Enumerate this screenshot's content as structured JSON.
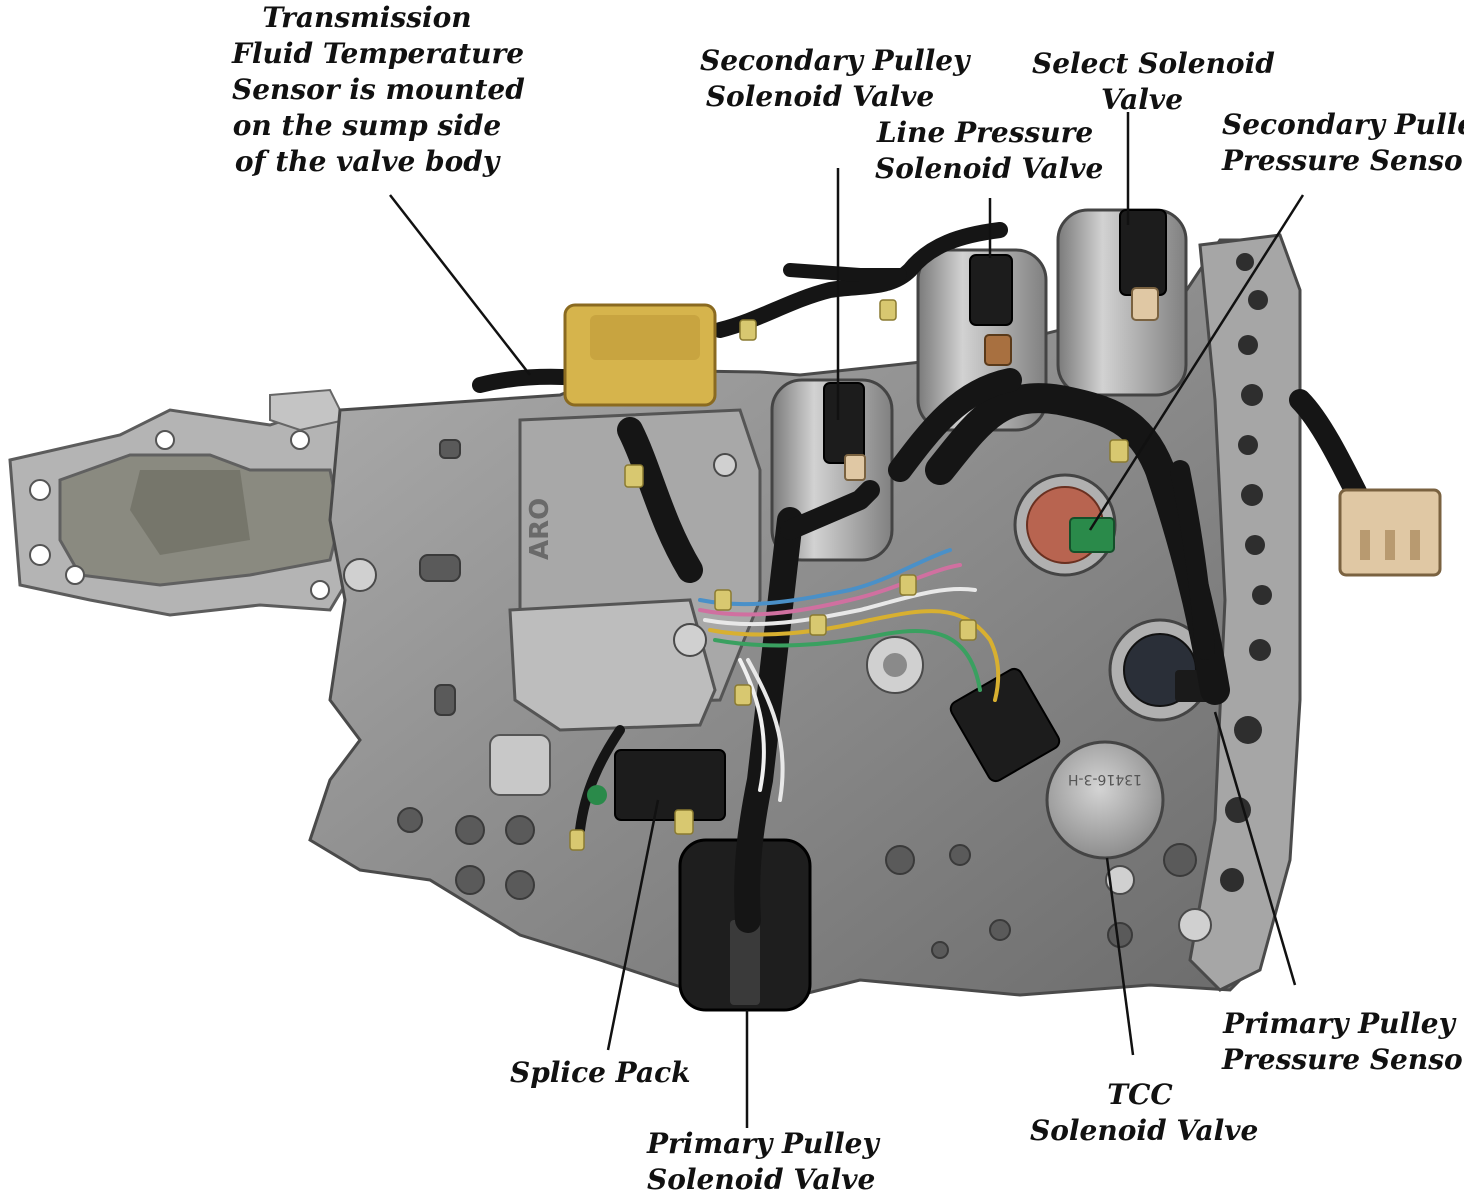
{
  "diagram": {
    "callouts": [
      {
        "id": "fluid-temp-sensor",
        "lines": [
          "Transmission",
          "Fluid Temperature",
          "Sensor is mounted",
          "on the sump side",
          "of the valve body"
        ]
      },
      {
        "id": "secondary-pulley-solenoid",
        "lines": [
          "Secondary Pulley",
          "Solenoid Valve"
        ]
      },
      {
        "id": "line-pressure-solenoid",
        "lines": [
          "Line Pressure",
          "Solenoid Valve"
        ]
      },
      {
        "id": "select-solenoid",
        "lines": [
          "Select Solenoid",
          "Valve"
        ]
      },
      {
        "id": "secondary-pulley-pressure-sensor",
        "lines": [
          "Secondary Pulley",
          "Pressure Sensor"
        ]
      },
      {
        "id": "splice-pack",
        "lines": [
          "Splice Pack"
        ]
      },
      {
        "id": "primary-pulley-solenoid",
        "lines": [
          "Primary Pulley",
          "Solenoid Valve"
        ]
      },
      {
        "id": "tcc-solenoid",
        "lines": [
          "TCC",
          "Solenoid Valve"
        ]
      },
      {
        "id": "primary-pulley-pressure-sensor",
        "lines": [
          "Primary Pulley",
          "Pressure Sensor"
        ]
      }
    ],
    "part_markings": [
      "ARO",
      "13416-3-H"
    ],
    "colors": {
      "casting": "#8c8c8c",
      "casting_dark": "#5a5a5a",
      "casting_light": "#c8c8c8",
      "solenoid_body": "#b4b4b4",
      "connector_black": "#1c1c1c",
      "connector_tan": "#e0c8a4",
      "connector_yellow": "#d6b44c",
      "pressure_sensor_red": "#b86450",
      "pressure_sensor_green": "#2a8a4a",
      "wire_black": "#151515",
      "leader_line": "#111111",
      "label_text": "#111111"
    }
  }
}
